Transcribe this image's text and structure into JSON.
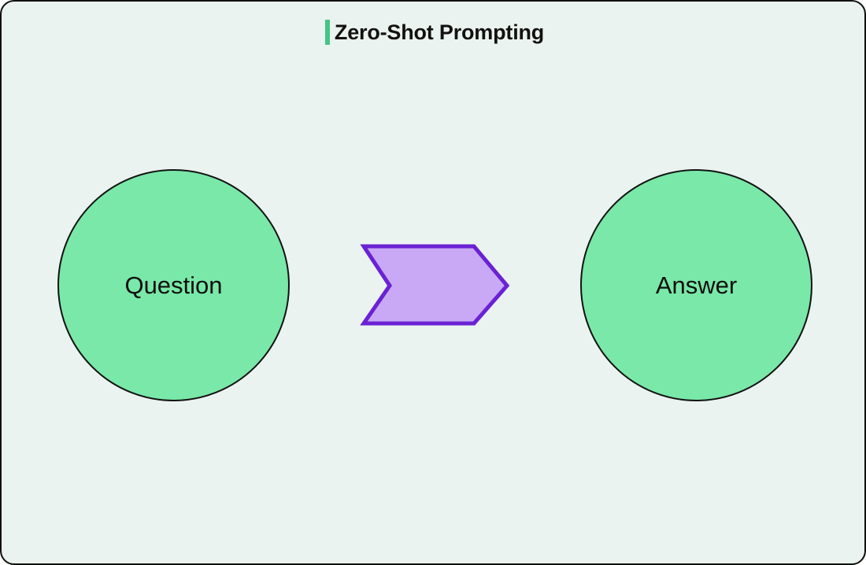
{
  "diagram": {
    "title": "Zero-Shot Prompting",
    "background_color": "#eaf3f0",
    "border_color": "#12100e",
    "accent_color": "#44c585",
    "nodes": [
      {
        "id": "question",
        "label": "Question",
        "shape": "circle",
        "fill": "#79e8a8",
        "stroke": "#121212"
      },
      {
        "id": "answer",
        "label": "Answer",
        "shape": "circle",
        "fill": "#79e8a8",
        "stroke": "#121212"
      }
    ],
    "connector": {
      "id": "arrow",
      "shape": "chevron-arrow",
      "direction": "right",
      "from": "question",
      "to": "answer",
      "fill": "#c9a9f5",
      "stroke": "#6b21d4"
    }
  }
}
